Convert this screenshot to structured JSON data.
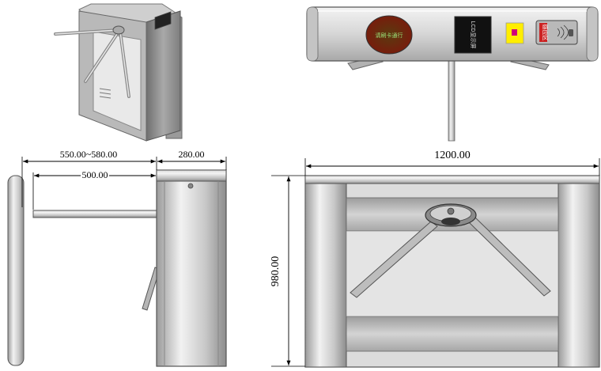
{
  "dimensions": {
    "arm_reach": "550.00~580.00",
    "cabinet_depth": "280.00",
    "arm_length": "500.00",
    "overall_width": "1200.00",
    "height": "980.00"
  },
  "top_panel": {
    "indicator_text": "请刷卡通行",
    "lcd_text": "LCD显示屏",
    "card_reader_text": "感应区"
  },
  "colors": {
    "steel_light": "#e6e6e6",
    "steel_mid": "#b8b8b8",
    "steel_dark": "#7a7a7a",
    "lcd_bg": "#111111",
    "indicator_red": "#8a1a10",
    "indicator_green": "#2e7d32",
    "card_yellow": "#ffee00",
    "card_magenta": "#d0007a",
    "reader_red": "#cc2222"
  }
}
